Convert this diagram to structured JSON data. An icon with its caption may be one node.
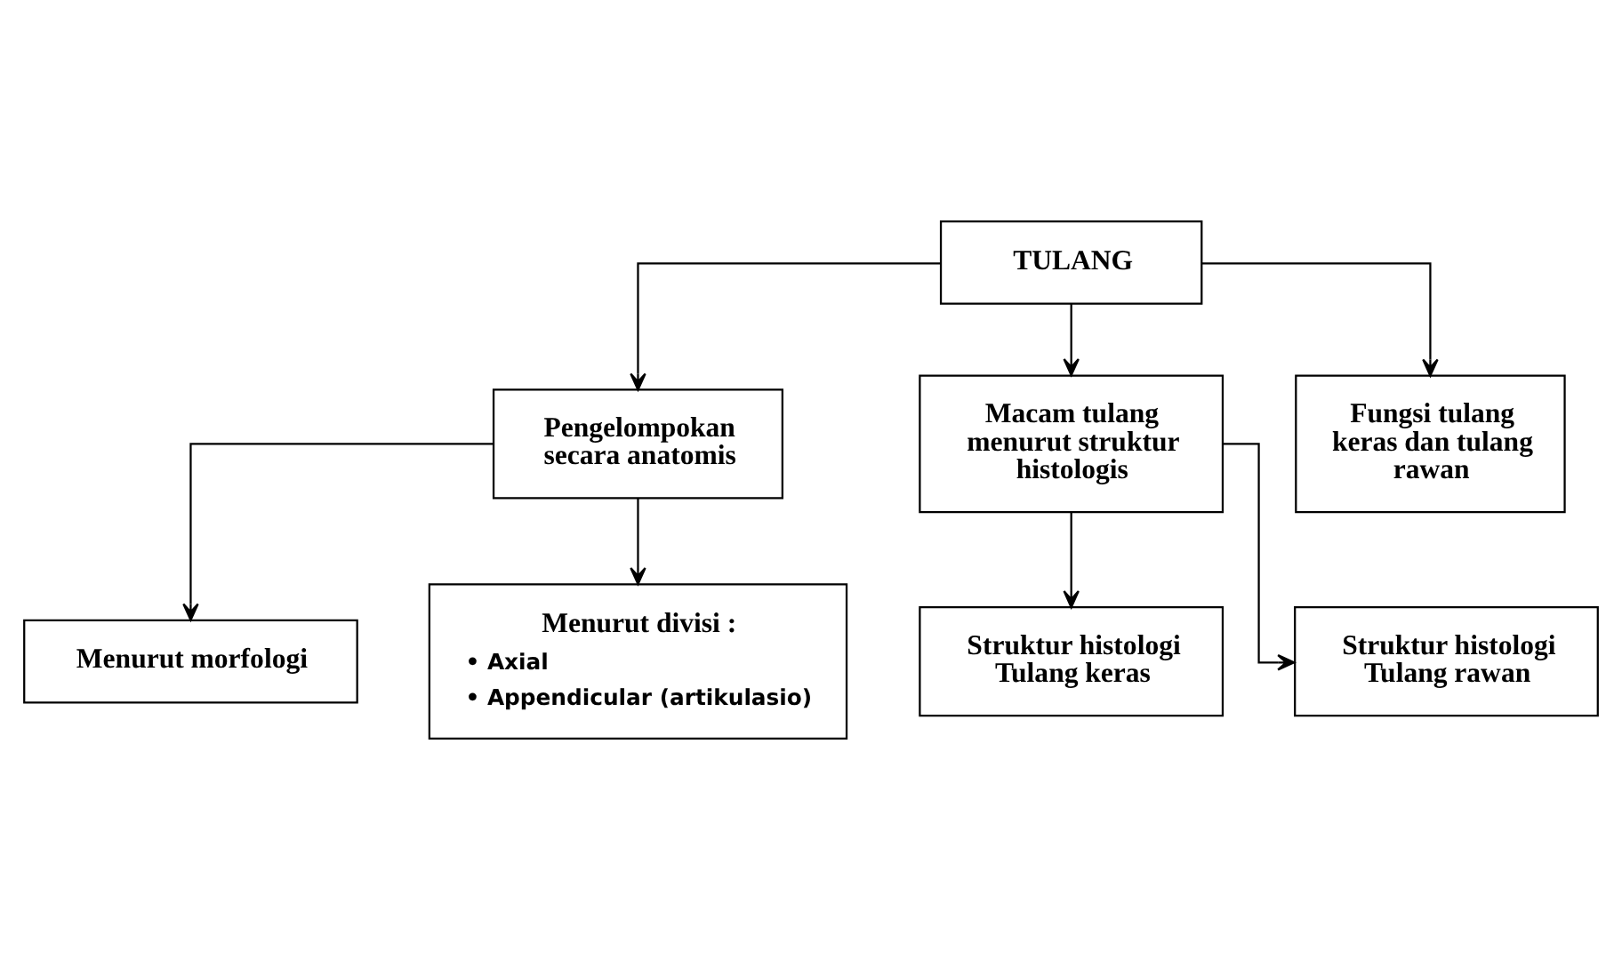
{
  "diagram": {
    "nodes": [
      {
        "text": [
          "TULANG"
        ]
      },
      {
        "text": [
          "Pengelompokan secara anatomis"
        ]
      },
      {
        "text": [
          "Macam tulang menurut struktur histologis"
        ]
      },
      {
        "text": [
          "Fungsi tulang keras dan tulang rawan"
        ]
      },
      {
        "text": [
          "Menurut morfologi"
        ]
      },
      {
        "text": [
          "Menurut divisi :",
          "• Axial",
          "• Appendicular (artikulasio)"
        ]
      },
      {
        "text": [
          "Struktur histologi Tulang keras"
        ]
      },
      {
        "text": [
          "Struktur histologi Tulang rawan"
        ]
      }
    ],
    "edges": [
      {
        "from": 0,
        "to": 1,
        "arrow": "to"
      },
      {
        "from": 0,
        "to": 2,
        "arrow": "to"
      },
      {
        "from": 0,
        "to": 3,
        "arrow": "to"
      },
      {
        "from": 1,
        "to": 4,
        "arrow": "to"
      },
      {
        "from": 1,
        "to": 5,
        "arrow": "to"
      },
      {
        "from": 2,
        "to": 6,
        "arrow": "to"
      },
      {
        "from": 2,
        "to": 7,
        "arrow": "to"
      }
    ]
  }
}
